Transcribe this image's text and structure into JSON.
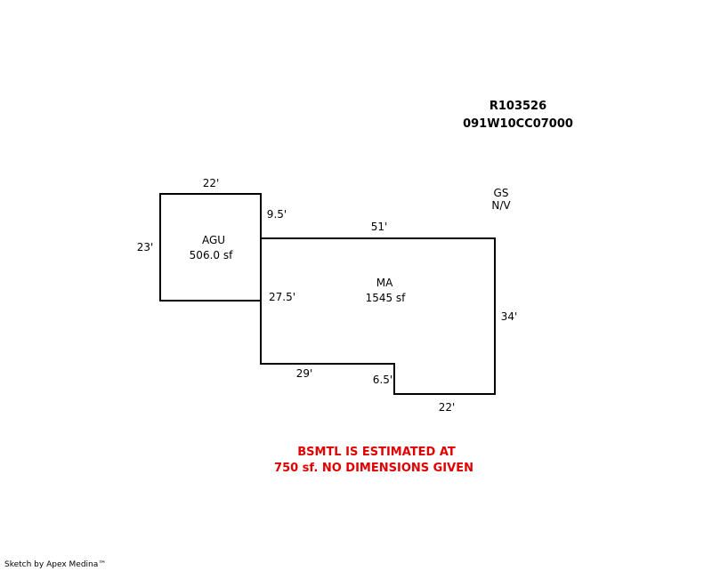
{
  "header": {
    "record_id": "R103526",
    "parcel_id": "091W10CC07000"
  },
  "areas": {
    "agu": {
      "code": "AGU",
      "area": "506.0 sf"
    },
    "ma": {
      "code": "MA",
      "area": "1545 sf"
    }
  },
  "dimensions": {
    "agu_top": "22'",
    "agu_left": "23'",
    "ma_upper_left": "9.5'",
    "ma_top": "51'",
    "ma_left": "27.5'",
    "ma_right": "34'",
    "ma_bottom_left": "29'",
    "ma_step": "6.5'",
    "ma_bottom_right": "22'"
  },
  "legend": {
    "gs": "GS",
    "nv": "N/V"
  },
  "note": {
    "line1": "BSMTL IS ESTIMATED AT",
    "line2": "750 sf. NO DIMENSIONS GIVEN"
  },
  "footer": "Sketch by Apex Medina™",
  "colors": {
    "outline": "#000000",
    "note": "#e00000"
  }
}
